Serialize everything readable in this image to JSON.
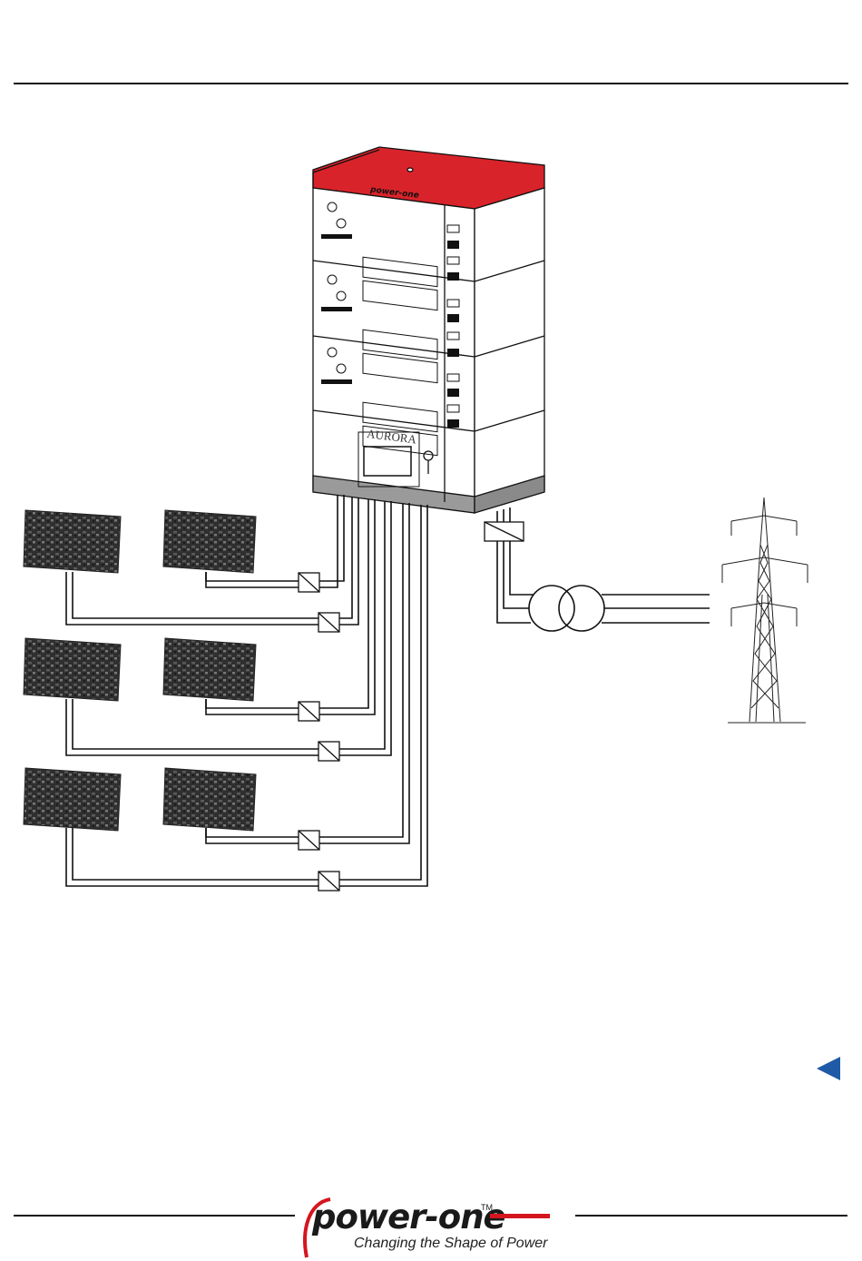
{
  "cabinet": {
    "brand_label": "power-one",
    "model_label": "AURORA"
  },
  "footer": {
    "logo_text": "power-one",
    "logo_tm": "TM",
    "tagline": "Changing the Shape of Power"
  },
  "colors": {
    "cabinet_top": "#d9232a",
    "logo_red": "#d5151e",
    "nav_arrow": "#1f5aa6",
    "line": "#111111"
  },
  "icons": {
    "nav": "triangle-left-icon"
  }
}
